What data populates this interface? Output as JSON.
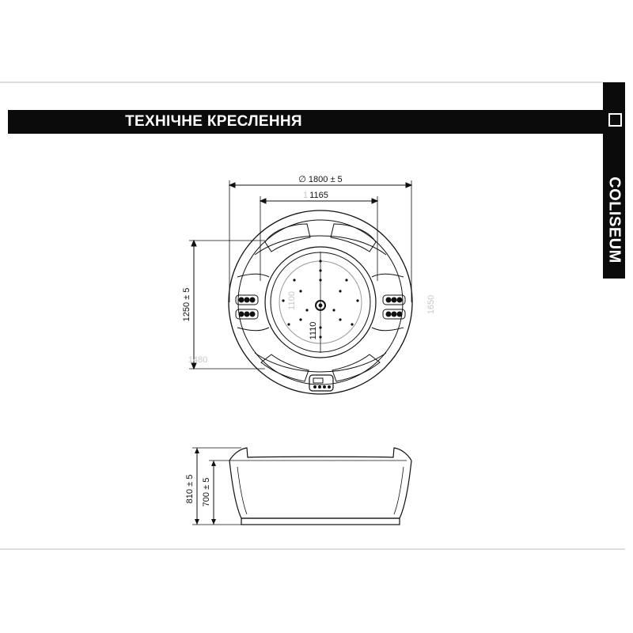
{
  "header": {
    "title": "ТЕХНІЧНЕ КРЕСЛЕННЯ"
  },
  "brand": {
    "name": "COLISEUM"
  },
  "plan_view": {
    "diameter_label": "∅ 1800 ± 5",
    "inner_width_label": "1165",
    "height_label": "1250 ± 5",
    "depth_label": "1110",
    "faint_labels": {
      "inner_diameter": "1100",
      "right_side": "1650",
      "left_bottom": "1480",
      "top_small": "1"
    }
  },
  "side_view": {
    "total_height_label": "810 ± 5",
    "rim_height_label": "700 ± 5"
  }
}
